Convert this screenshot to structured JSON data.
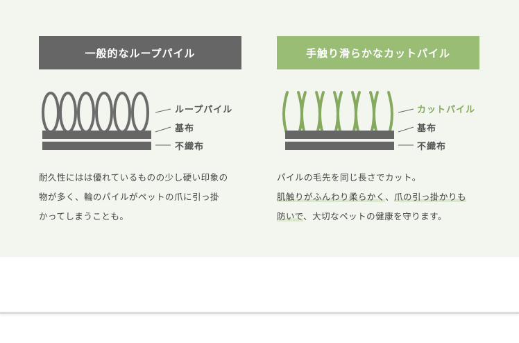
{
  "loop": {
    "title": "一般的なループパイル",
    "labels": [
      "ループパイル",
      "基布",
      "不織布"
    ],
    "desc": [
      "耐久性にはは優れているものの少し硬い印象の",
      "物が多く、輪のパイルがペットの爪に引っ掛",
      "かってしまうことも。"
    ]
  },
  "cut": {
    "title": "手触り滑らかなカットパイル",
    "labels": [
      "カットパイル",
      "基布",
      "不織布"
    ],
    "desc": {
      "line1": "パイルの毛先を同じ長さでカット。",
      "hl1": "肌触りがふんわり柔らかく",
      "sep": "、",
      "hl2a": "爪の引っ掛かりも",
      "hl2b": "防いで",
      "rest": "、大切なペットの健康を守ります。"
    }
  },
  "colors": {
    "gray": "#666666",
    "green": "#9abd76",
    "bg": "#f3f6ee"
  }
}
